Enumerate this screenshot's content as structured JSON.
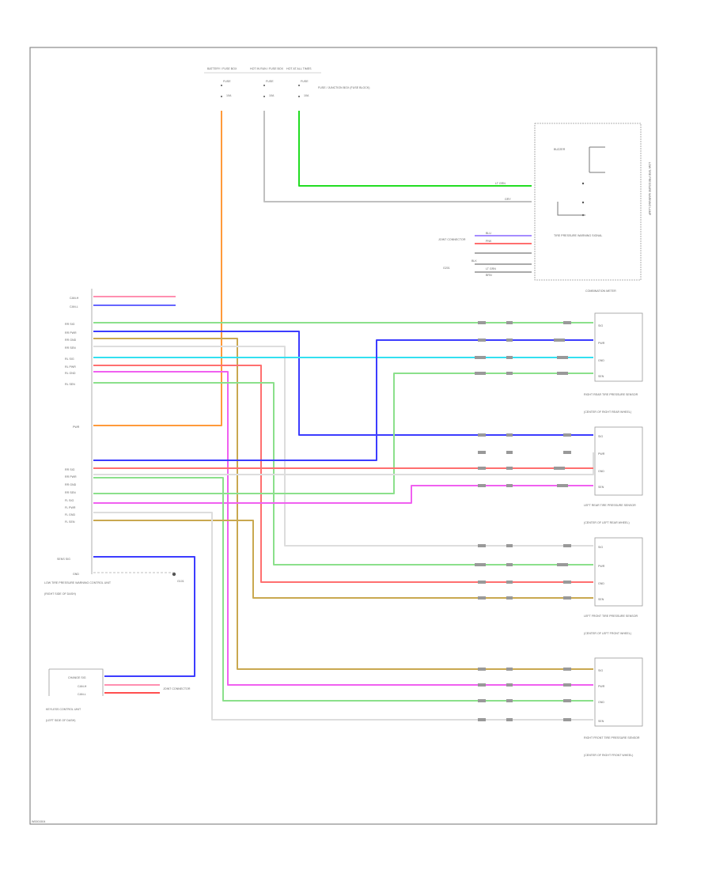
{
  "diagram": {
    "footer_code": "W0001504",
    "top_fuses": [
      {
        "header": "BATTERY / FUSE BOX",
        "fuse": "FUSE",
        "amp": "10A"
      },
      {
        "header": "HOT IN RUN / FUSE BOX",
        "fuse": "FUSE",
        "amp": "10A"
      },
      {
        "header": "HOT AT ALL TIMES",
        "fuse": "FUSE",
        "amp": "10A"
      }
    ],
    "fuse_note": "FUSE / JUNCTION BOX (FUSE BLOCK)",
    "combination_meter": {
      "label": "COMBINATION METER",
      "internal_label": "BUZZER",
      "side_label": "LOW TIRE PRESSURE WARNING LAMP",
      "bus_label": "TIRE PRESSURE WARNING SIGNAL",
      "pins": [
        "LT GRN",
        "GRY",
        "BLU",
        "PNK",
        "BLK",
        "LT GRN",
        "BRN"
      ]
    },
    "tpms_ecu": {
      "label": "LOW TIRE PRESSURE WARNING CONTROL UNIT",
      "sub": "(RIGHT SIDE OF DASH)",
      "left_pins": [
        "CAN-H",
        "CAN-L",
        "RR SIG",
        "RR PWR",
        "RR GND",
        "RR SEN",
        "RL SIG",
        "RL PWR",
        "RL GND",
        "RL SEN",
        "PWR",
        "RR SIG",
        "RR PWR",
        "RR GND",
        "RR SEN",
        "FL SIG",
        "FL PWR",
        "FL GND",
        "FL SEN",
        "SENS SIG",
        "GND"
      ]
    },
    "sensors": [
      {
        "name": "RIGHT REAR TIRE PRESSURE SENSOR",
        "sub": "(CENTER OF RIGHT REAR WHEEL)",
        "pins": [
          "SIG",
          "PWR",
          "GND",
          "SEN"
        ]
      },
      {
        "name": "LEFT REAR TIRE PRESSURE SENSOR",
        "sub": "(CENTER OF LEFT REAR WHEEL)",
        "pins": [
          "SIG",
          "PWR",
          "GND",
          "SEN"
        ]
      },
      {
        "name": "LEFT FRONT TIRE PRESSURE SENSOR",
        "sub": "(CENTER OF LEFT FRONT WHEEL)",
        "pins": [
          "SIG",
          "PWR",
          "GND",
          "SEN"
        ]
      },
      {
        "name": "RIGHT FRONT TIRE PRESSURE SENSOR",
        "sub": "(CENTER OF RIGHT FRONT WHEEL)",
        "pins": [
          "SIG",
          "PWR",
          "GND",
          "SEN"
        ]
      }
    ],
    "keyless": {
      "label": "KEYLESS CONTROL UNIT",
      "sub": "(LEFT SIDE OF DASH)",
      "pins": [
        "CHANGE SIG",
        "CAN-H",
        "CAN-L"
      ]
    },
    "grounds": [
      "JOINT CONNECTOR",
      "G201",
      "G101",
      "JOINT CONNECTOR"
    ],
    "wire_colors": {
      "red": "#ff6f6f",
      "blue": "#3c3cff",
      "green": "#22dd22",
      "light_green": "#8be08b",
      "orange": "#ff9a3a",
      "cyan": "#33e0f0",
      "pink": "#f060f0",
      "tan": "#c9a850",
      "gray": "#b8b8b8",
      "violet": "#a58cff"
    }
  }
}
